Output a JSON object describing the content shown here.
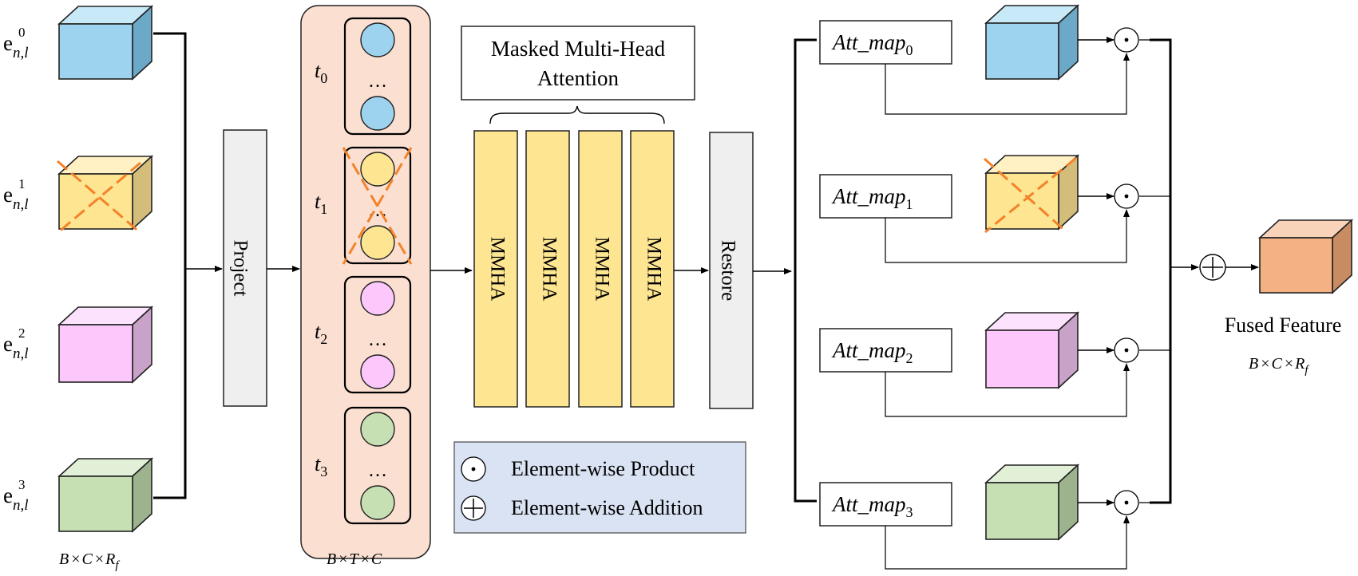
{
  "inputs": {
    "labels": [
      {
        "base": "e",
        "sup": "0",
        "sub": "n,l"
      },
      {
        "base": "e",
        "sup": "1",
        "sub": "n,l"
      },
      {
        "base": "e",
        "sup": "2",
        "sub": "n,l"
      },
      {
        "base": "e",
        "sup": "3",
        "sub": "n,l"
      }
    ],
    "shape_label": {
      "a": "B",
      "times": "×",
      "b": "C",
      "c": "R",
      "sub": "f"
    }
  },
  "project_label": "Project",
  "tokens": {
    "labels": [
      {
        "base": "t",
        "sub": "0"
      },
      {
        "base": "t",
        "sub": "1"
      },
      {
        "base": "t",
        "sub": "2"
      },
      {
        "base": "t",
        "sub": "3"
      }
    ],
    "ellipsis": "…",
    "shape_label": {
      "a": "B",
      "times": "×",
      "b": "T",
      "c": "C"
    }
  },
  "attention": {
    "title_line1": "Masked Multi-Head",
    "title_line2": "Attention",
    "block_label": "MMHA"
  },
  "restore_label": "Restore",
  "att_maps": [
    {
      "base": "Att_map",
      "sub": "0"
    },
    {
      "base": "Att_map",
      "sub": "1"
    },
    {
      "base": "Att_map",
      "sub": "2"
    },
    {
      "base": "Att_map",
      "sub": "3"
    }
  ],
  "legend": {
    "product_symbol": "⊙",
    "product_label": "Element-wise Product",
    "addition_symbol": "⊕",
    "addition_label": "Element-wise Addition"
  },
  "output": {
    "title": "Fused Feature",
    "shape_label": {
      "a": "B",
      "times": "×",
      "b": "C",
      "c": "R",
      "sub": "f"
    }
  },
  "colors": {
    "blue": "#9dd3ee",
    "yellow": "#fde592",
    "pink": "#fcc8fc",
    "green": "#c6e0b4",
    "orange": "#f4b183",
    "token_panel": "#fbe0d2",
    "legend_bg": "#dae3f3",
    "gray_block": "#efefef",
    "mask_cross": "#f4822a"
  }
}
